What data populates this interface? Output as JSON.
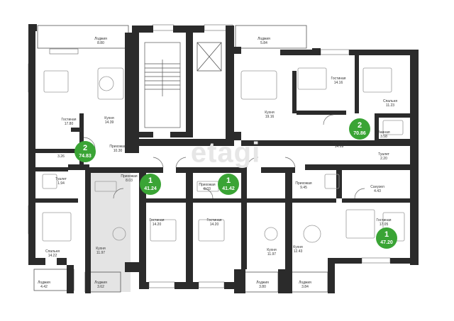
{
  "watermark": "etagi",
  "apartments": [
    {
      "rooms": "2",
      "area": "74.83"
    },
    {
      "rooms": "2",
      "area": "70.86"
    },
    {
      "rooms": "1",
      "area": "41.24"
    },
    {
      "rooms": "1",
      "area": "41.42"
    },
    {
      "rooms": "1",
      "area": "47.20"
    }
  ],
  "rooms": {
    "loggia_top_left": {
      "name": "Лоджия",
      "area": "8.80"
    },
    "loggia_top_mid": {
      "name": "Лоджия",
      "area": "5.84"
    },
    "living_a": {
      "name": "Гостиная",
      "area": "17.80"
    },
    "kitchen_a": {
      "name": "Кухня",
      "area": "14.39"
    },
    "hall_a": {
      "name": "Прихожая",
      "area": "10.30"
    },
    "bath_a": {
      "name": "Ванная",
      "area": "3.26"
    },
    "wc_a": {
      "name": "Туалет",
      "area": "1.94"
    },
    "kitchen_b": {
      "name": "Кухня",
      "area": "19.16"
    },
    "living_b": {
      "name": "Гостиная",
      "area": "14.16"
    },
    "bedroom_b": {
      "name": "Спальня",
      "area": "11.23"
    },
    "hall_b": {
      "name": "Прихожая",
      "area": "14.69"
    },
    "bath_b": {
      "name": "Ванная",
      "area": "3.58"
    },
    "wc_b": {
      "name": "Туалет",
      "area": "2.20"
    },
    "hall_c": {
      "name": "Прихожая",
      "area": "8.03"
    },
    "living_c": {
      "name": "Гостиная",
      "area": "14.20"
    },
    "kitchen_c": {
      "name": "Кухня",
      "area": "11.97"
    },
    "loggia_c": {
      "name": "Лоджия",
      "area": "3.62"
    },
    "hall_d": {
      "name": "Прихожая",
      "area": "8.03"
    },
    "living_d": {
      "name": "Гостиная",
      "area": "14.20"
    },
    "kitchen_d": {
      "name": "Кухня",
      "area": "11.97"
    },
    "loggia_d": {
      "name": "Лоджия",
      "area": "3.80"
    },
    "hall_e": {
      "name": "Прихожая",
      "area": "9.45"
    },
    "bath_e": {
      "name": "Санузел",
      "area": "4.43"
    },
    "living_e": {
      "name": "Гостиная",
      "area": "17.05"
    },
    "kitchen_e": {
      "name": "Кухня",
      "area": "12.43"
    },
    "loggia_e": {
      "name": "Лоджия",
      "area": "3.84"
    },
    "bedroom_f": {
      "name": "Спальня",
      "area": "14.22"
    },
    "loggia_f": {
      "name": "Лоджия",
      "area": "4.42"
    }
  },
  "colors": {
    "wall": "#2b2b2b",
    "badge": "#3aa435",
    "highlight": "#e4e4e4",
    "furniture": "#9a9a9a"
  }
}
